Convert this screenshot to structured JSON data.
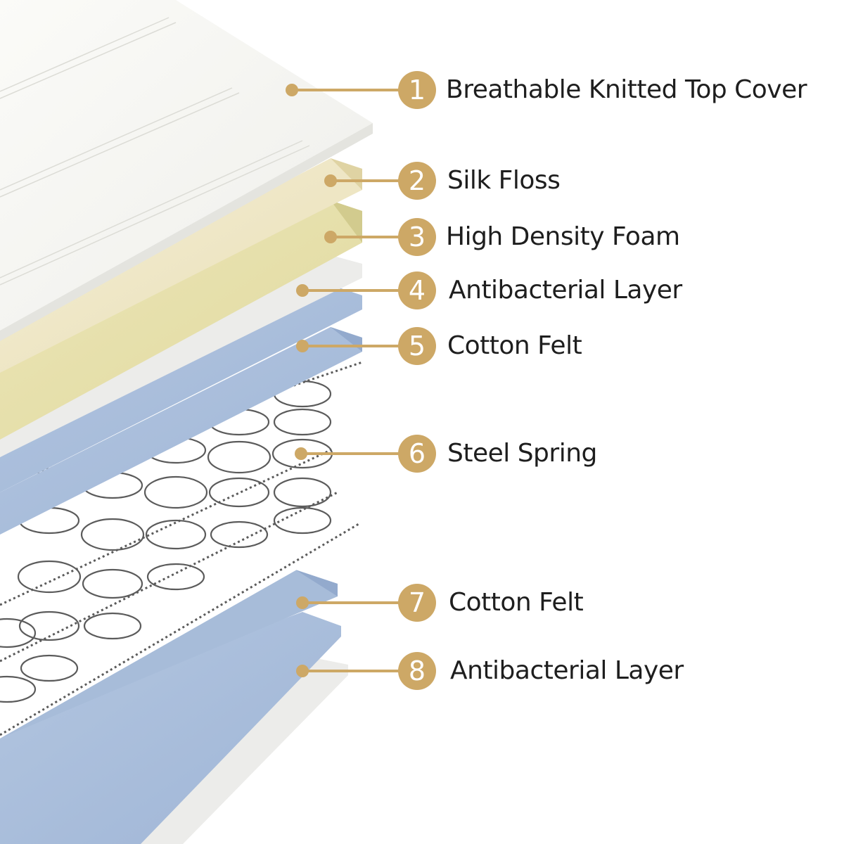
{
  "layers": [
    {
      "number": "1",
      "label": "Breathable Knitted Top Cover"
    },
    {
      "number": "2",
      "label": "Silk Floss"
    },
    {
      "number": "3",
      "label": "High Density Foam"
    },
    {
      "number": "4",
      "label": "Antibacterial Layer"
    },
    {
      "number": "5",
      "label": "Cotton Felt"
    },
    {
      "number": "6",
      "label": "Steel Spring"
    },
    {
      "number": "7",
      "label": "Cotton Felt"
    },
    {
      "number": "8",
      "label": "Antibacterial Layer"
    }
  ],
  "colors": {
    "accent": "#cda866",
    "top_cover": "#f3f3ef",
    "silk_floss": "#efe7c4",
    "foam": "#e6e0ab",
    "antibacterial": "#ebebe8",
    "cotton_felt": "#a9bedc",
    "spring": "#5a5a5a",
    "label_text": "#1e1e1e"
  }
}
